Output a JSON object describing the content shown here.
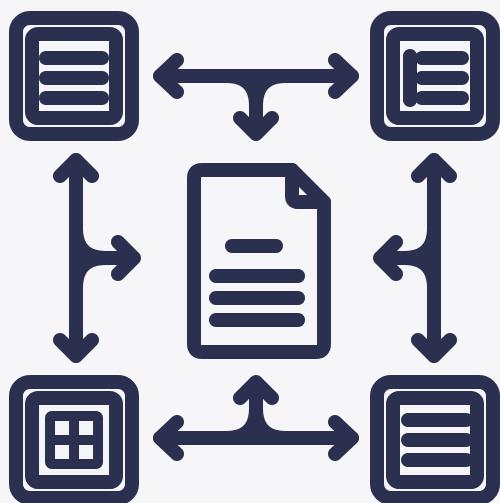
{
  "diagram": {
    "colors": {
      "stroke": "#2c3050",
      "background": "#f6f6f8"
    },
    "nodes": {
      "top_left": {
        "icon": "text-lines-document"
      },
      "top_right": {
        "icon": "list-document"
      },
      "bottom_left": {
        "icon": "grid-table"
      },
      "bottom_right": {
        "icon": "text-lines-document"
      },
      "center": {
        "icon": "document-file"
      }
    },
    "connectors": [
      "top-left-to-top-right-bidirectional-with-down-branch",
      "top-left-to-bottom-left-bidirectional-with-right-branch",
      "top-right-to-bottom-right-bidirectional-with-left-branch",
      "bottom-left-to-bottom-right-bidirectional-with-up-branch"
    ]
  }
}
